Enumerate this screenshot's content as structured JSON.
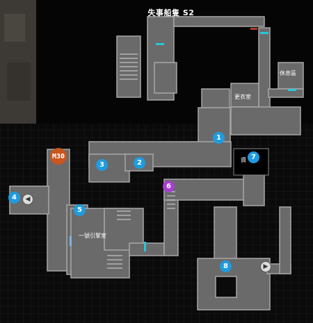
{
  "title": "失事船隻 S2",
  "colors": {
    "room_fill": "#6a6a6a",
    "room_stroke": "#a8a8a8",
    "door": "#29c6d6",
    "marker_blue": "#1f9be0",
    "marker_purple": "#a63fd0",
    "marker_special": "#c9561c"
  },
  "rooms": {
    "locker": "更衣室",
    "lounge": "休息區",
    "engine": "一號引擎室",
    "item": "資"
  },
  "markers": {
    "m1": "1",
    "m2": "2",
    "m3": "3",
    "m4": "4",
    "m5": "5",
    "m6": "6",
    "m7": "7",
    "m8": "8",
    "special": "M30"
  },
  "icons": {
    "left_arrow": "left-arrow-icon",
    "right_arrow": "right-arrow-icon"
  }
}
